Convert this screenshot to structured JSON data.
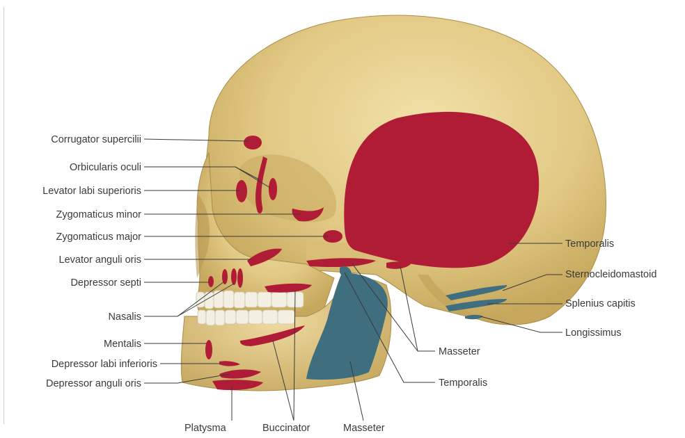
{
  "labels": {
    "left": [
      "Corrugator supercilii",
      "Orbicularis oculi",
      "Levator labi superioris",
      "Zygomaticus minor",
      "Zygomaticus major",
      "Levator anguli oris",
      "Depressor septi",
      "Nasalis",
      "Mentalis",
      "Depressor labi inferioris",
      "Depressor anguli oris"
    ],
    "bottom": [
      "Platysma",
      "Buccinator",
      "Masseter"
    ],
    "right": [
      "Temporalis",
      "Sternocleidomastoid",
      "Splenius capitis",
      "Longissimus",
      "Masseter",
      "Temporalis"
    ]
  },
  "colors": {
    "bone": "#e8d193",
    "bone_shadow": "#c9ad63",
    "origin": "#b01c36",
    "insertion": "#3f6f7e",
    "teeth": "#f3efe2",
    "leader": "#3a3a3a"
  }
}
